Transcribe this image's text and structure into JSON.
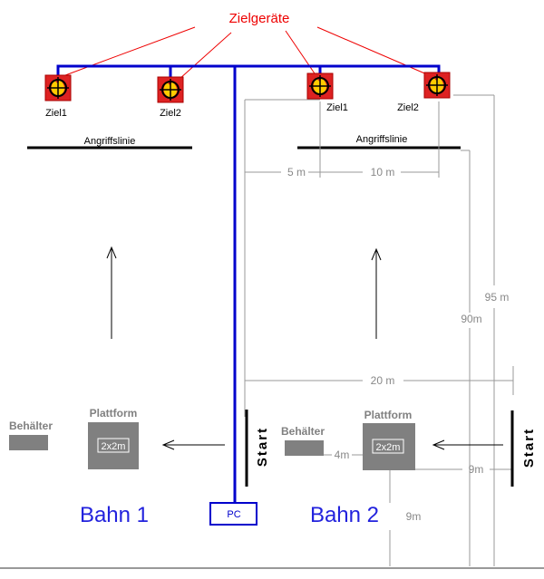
{
  "title": "Zielgeräte",
  "lanes": [
    {
      "name": "Bahn 1",
      "targets": [
        "Ziel1",
        "Ziel2"
      ],
      "attack_line": "Angriffslinie",
      "container": "Behälter",
      "platform_label": "Plattform",
      "platform_size": "2x2m",
      "start": "Start"
    },
    {
      "name": "Bahn 2",
      "targets": [
        "Ziel1",
        "Ziel2"
      ],
      "attack_line": "Angriffslinie",
      "container": "Behälter",
      "platform_label": "Plattform",
      "platform_size": "2x2m",
      "start": "Start"
    }
  ],
  "pc_label": "PC",
  "dimensions": {
    "d5": "5 m",
    "d10": "10 m",
    "d95": "95 m",
    "d90": "90m",
    "d20": "20 m",
    "d4": "4m",
    "d9a": "9m",
    "d9b": "9m"
  },
  "colors": {
    "wire": "#0000cc",
    "lane_text": "#2222dd",
    "title": "#ee0000",
    "dim": "#999999",
    "platform": "#808080"
  }
}
